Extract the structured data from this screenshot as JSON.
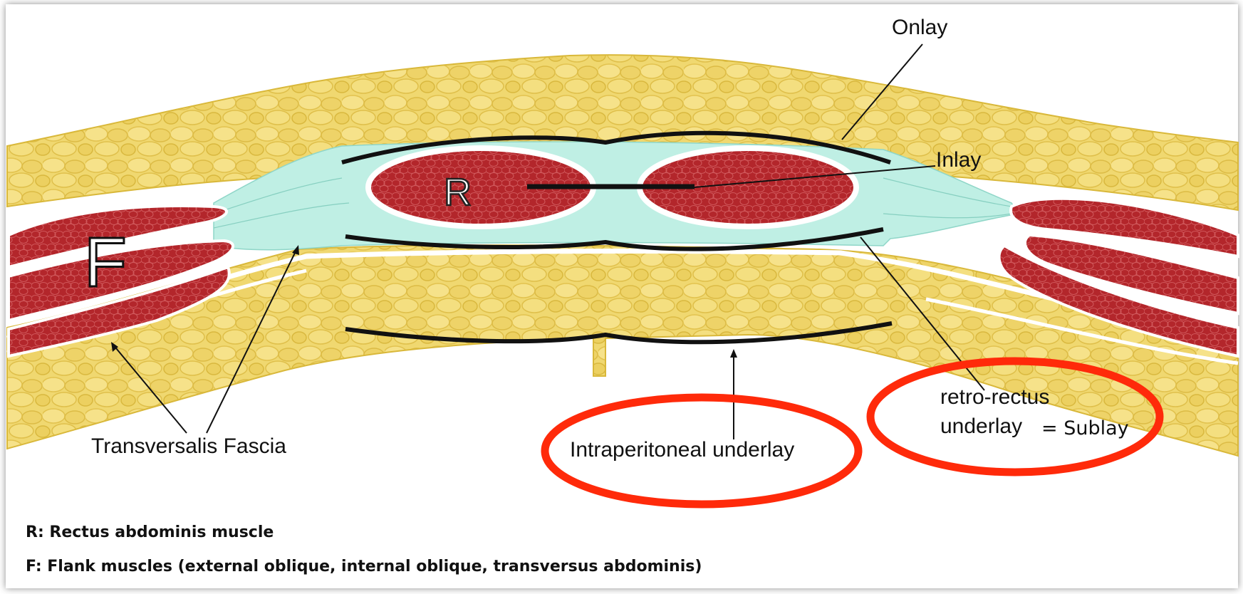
{
  "labels": {
    "onlay": "Onlay",
    "inlay": "Inlay",
    "transversalis": "Transversalis Fascia",
    "intraperitoneal": "Intraperitoneal underlay",
    "retro_line1": "retro-rectus",
    "retro_line2": "underlay",
    "sublay": "= Sublay",
    "rectus_letter": "R",
    "flank_letter": "F"
  },
  "legend": {
    "r": "R: Rectus abdominis muscle",
    "f": "F: Flank muscles (external oblique, internal oblique, transversus abdominis)"
  },
  "colors": {
    "fat": "#efd86a",
    "fat_dark": "#d9b83a",
    "fascia": "#bff0e6",
    "muscle": "#b3262b",
    "highlight_circle": "#ff2a0a",
    "mesh_line": "#111111"
  }
}
